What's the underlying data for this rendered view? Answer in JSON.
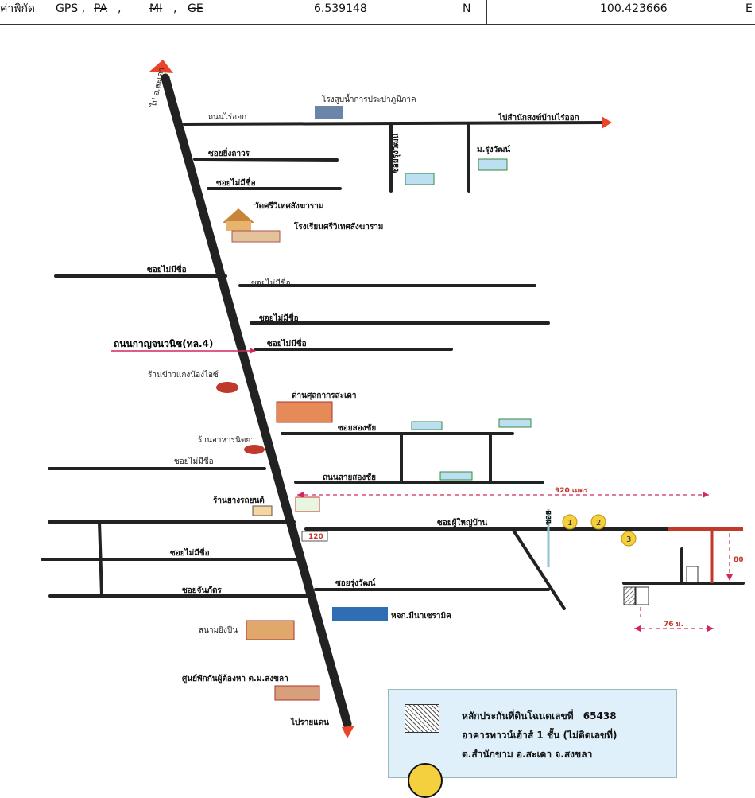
{
  "header": {
    "label": "ค่าพิกัด",
    "gps_text": "GPS ,",
    "struck_opts": [
      "PA",
      "MI",
      "GE"
    ],
    "lat": "6.539148",
    "lat_dir": "N",
    "lon": "100.423666",
    "lon_dir": "E"
  },
  "map": {
    "top_arrow": "ไป อ.สะเดา",
    "bottom_arrow": "ไปรายแดน",
    "east_arrow": "ไปสำนักสงฆ์บ้านไร่ออก",
    "main_road": "ถนนกาญจนวนิช(ทล.4)",
    "km_marker": "120",
    "distance_top": "920 เมตร",
    "distance_side": "80",
    "distance_bottom": "76 ม.",
    "roads": {
      "rai_ok": "ถนนไร่ออก",
      "soi_ying_thaworn": "ซอยยิ่งถาวร",
      "soi_no_name": "ซอยไม่มีชื่อ",
      "soi_rung_wat": "ซอยรุ่งวัฒน์",
      "m_rung_wat": "ม.รุ่งวัฒน์",
      "soi_song_chai": "ซอยสองชัย",
      "thanon_sai_song_chai": "ถนนสายสองชัย",
      "soi_phu_yai_ban": "ซอยผู้ใหญ่บ้าน",
      "soi_rung_wat_2": "ซอยรุ่งวัฒน์",
      "soi_chan_phat": "ซอยจันภัตร",
      "soi_vertical": "ซอย"
    },
    "places": {
      "water_plant": "โรงสูบน้ำการประปาภูมิภาค",
      "temple": "วัดศรีวิเทศสังฆาราม",
      "school": "โรงเรียนศรีวิเทศสังฆาราม",
      "restaurant_1": "ร้านข้าวแกงน้องไอซ์",
      "customs": "ด่านศุลกากรสะเดา",
      "restaurant_2": "ร้านอาหารนิตยา",
      "rubber_shop": "ร้านยางรถยนต์",
      "dealer": "หจก.มีนาเซรามิค",
      "shooting_range": "สนามยิงปืน",
      "drug_center": "ศูนย์พักกันผู้ต้องหา ต.ม.สงขลา"
    },
    "markers": [
      "1",
      "2",
      "3"
    ]
  },
  "legend": {
    "line1_label": "หลักประกันที่ดินโฉนดเลขที่",
    "line1_value": "65438",
    "line2": "อาคารทาวน์เฮ้าส์ 1 ชั้น (ไม่ติดเลขที่)",
    "line3": "ต.สำนักขาม อ.สะเดา จ.สงขลา"
  },
  "colors": {
    "road": "#222222",
    "arrow": "#e8452a",
    "distance": "#d02a5a",
    "marker_fill": "#f4d03f",
    "legend_bg": "#dff0fb",
    "side_road": "#8fc3cf",
    "plot_road": "#c0392b"
  }
}
